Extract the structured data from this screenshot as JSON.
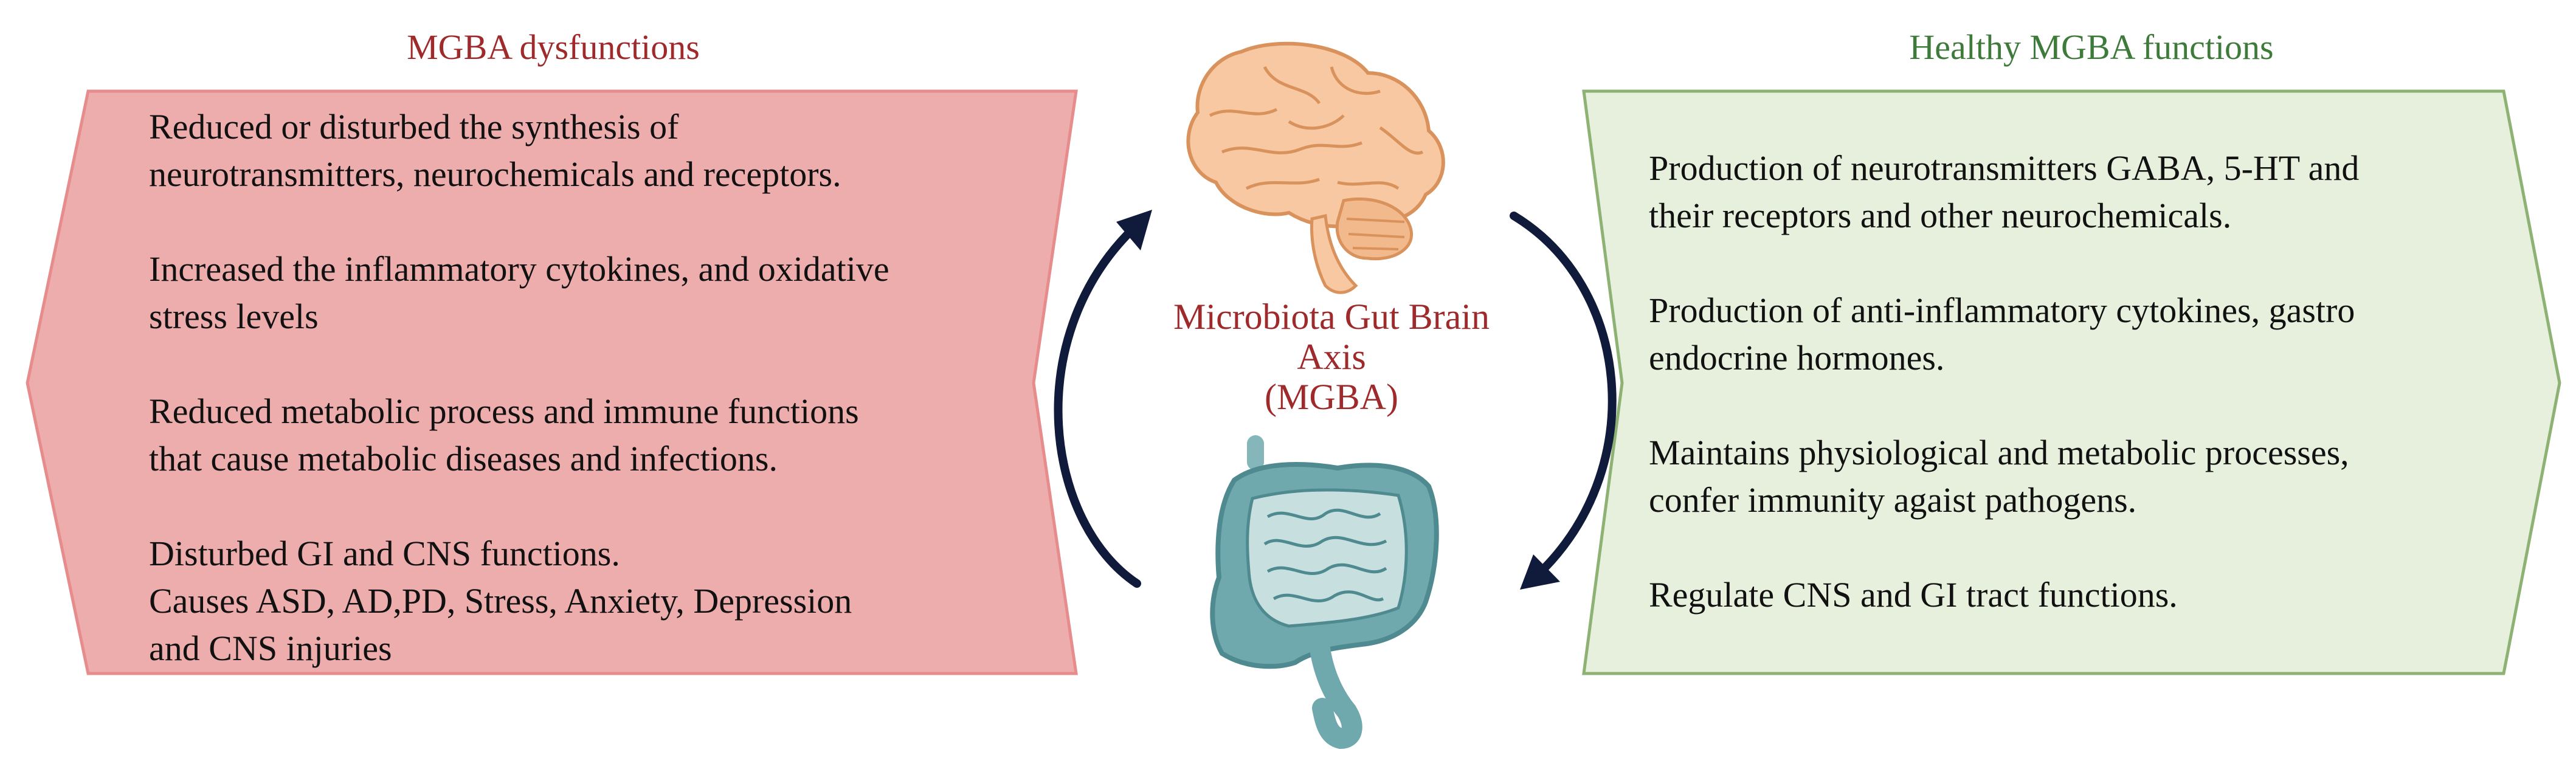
{
  "dysfunctions": {
    "heading": "MGBA dysfunctions",
    "items": [
      [
        "Reduced or disturbed the synthesis of",
        "neurotransmitters, neurochemicals and receptors."
      ],
      [
        "Increased the inflammatory cytokines, and oxidative",
        "stress levels"
      ],
      [
        "Reduced metabolic process and immune functions",
        "that cause metabolic diseases and infections."
      ],
      [
        "Disturbed GI and CNS functions.",
        "Causes ASD, AD,PD, Stress, Anxiety, Depression",
        "and CNS injuries"
      ]
    ],
    "panel_color": "#eeadad",
    "border_color": "#e68c8c",
    "heading_color": "#9e2a2b"
  },
  "healthy": {
    "heading": "Healthy MGBA functions",
    "items": [
      [
        "Production of neurotransmitters GABA, 5-HT and",
        "their receptors and other neurochemicals."
      ],
      [
        "Production of anti-inflammatory cytokines, gastro",
        "endocrine hormones."
      ],
      [
        "Maintains physiological and metabolic processes,",
        "confer immunity agaist pathogens."
      ],
      [
        "Regulate CNS  and GI tract functions."
      ]
    ],
    "panel_color": "#e7f0dc",
    "border_color": "#8db274",
    "heading_color": "#3e7b3a"
  },
  "center": {
    "label_lines": [
      "Microbiota Gut Brain",
      "Axis",
      "(MGBA)"
    ],
    "label_color": "#9e2a2b",
    "arrow_color": "#101a3a",
    "brain_icon": "brain-icon",
    "gut_icon": "intestine-icon"
  }
}
